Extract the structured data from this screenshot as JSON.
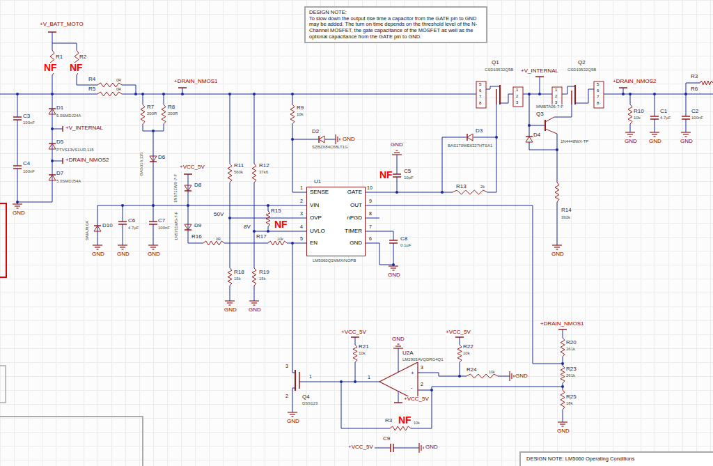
{
  "diagram": {
    "nodes": [
      {
        "text": [
          "DESIGN NOTE:",
          "To slow down the output rise time a capacitor from the GATE pin to GND may be added. The turn on time depends on the threshold level of the N-Channel MOSFET, the gate capacitance of the MOSFET as well as the optional capacitance from the GATE pin to GND."
        ]
      },
      {
        "text": [
          "SENSE",
          "VIN",
          "OVP",
          "UVLO",
          "EN",
          "GATE",
          "OUT",
          "nPGD",
          "TIMER",
          "GND"
        ]
      },
      {
        "text": [
          "DESIGN NOTE: LM5060 Operating Conditions"
        ]
      }
    ],
    "labels": [
      "+V_BATT_MOTO",
      "R1",
      "NF",
      "R2",
      "NF",
      "R4",
      "0R",
      "R5",
      "0R",
      "C3",
      "100nF",
      "D1",
      "5.0SMDJ24A",
      "+V_INTERNAL",
      "D5",
      "PTVS13VS1UR,115",
      "+DRAIN_NMOS2",
      "C4",
      "100nF",
      "D7",
      "5.0SMDJ54A",
      "GND",
      "R7",
      "200R",
      "R8",
      "200R",
      "BAS316,115",
      "D6",
      "+VCC_5V",
      "1N5711WS-7-F",
      "D8",
      "1N5711WS-7-F",
      "D9",
      "SMAJ8.0A",
      "D10",
      "C6",
      "4.7µF",
      "C7",
      "100nF",
      "GND",
      "GND",
      "GND",
      "+DRAIN_NMOS1",
      "R9",
      "10k",
      "D2",
      "SZBZX84C68LT1G",
      "GND",
      "R11",
      "560k",
      "R12",
      "37k6",
      "50V",
      "8V",
      "R15",
      "NF",
      "R16",
      "0R",
      "R17",
      "10k",
      "R18",
      "15k",
      "R19",
      "15k",
      "GND",
      "GND",
      "U1",
      "LM5060Q1MMX/NOPB",
      "1",
      "2",
      "3",
      "4",
      "5",
      "10",
      "9",
      "8",
      "7",
      "6",
      "GND",
      "NF",
      "C5",
      "10pF",
      "C8",
      "0.1µF",
      "GND",
      "R13",
      "2k",
      "Q1",
      "CSD19532Q5B",
      "5",
      "6",
      "7",
      "8",
      "1",
      "2",
      "3",
      "+V_INTERNAL",
      "Q2",
      "CSD19532Q5B",
      "1",
      "2",
      "3",
      "5",
      "6",
      "7",
      "8",
      "MMBTA06-7-F",
      "Q3",
      "D4",
      "1N4448WX-TP",
      "D3",
      "BAS170WE6327HTSA1",
      "R14",
      "392k",
      "GND",
      "+DRAIN_NMOS2",
      "R10",
      "10k",
      "GND",
      "C1",
      "4.7µF",
      "GND",
      "C2",
      "100nF",
      "GND",
      "R3",
      "R6",
      "+DRAIN_NMOS1",
      "R20",
      "261k",
      "R23",
      "261k",
      "R25",
      "18k",
      "GND",
      "+VCC_5V",
      "R21",
      "10k",
      "+VCC_5V",
      "R22",
      "10k",
      "GND",
      "U2A",
      "LM2903AVQDRG4Q1",
      "R24",
      "10k",
      "GND",
      "1",
      "3",
      "2",
      "+VCC_5V",
      "R3",
      "NF",
      "10k",
      "+VCC_5V",
      "C9",
      "GND",
      "Q4",
      "DSS123",
      "3",
      "1",
      "2",
      "GND",
      "+",
      "-"
    ]
  }
}
